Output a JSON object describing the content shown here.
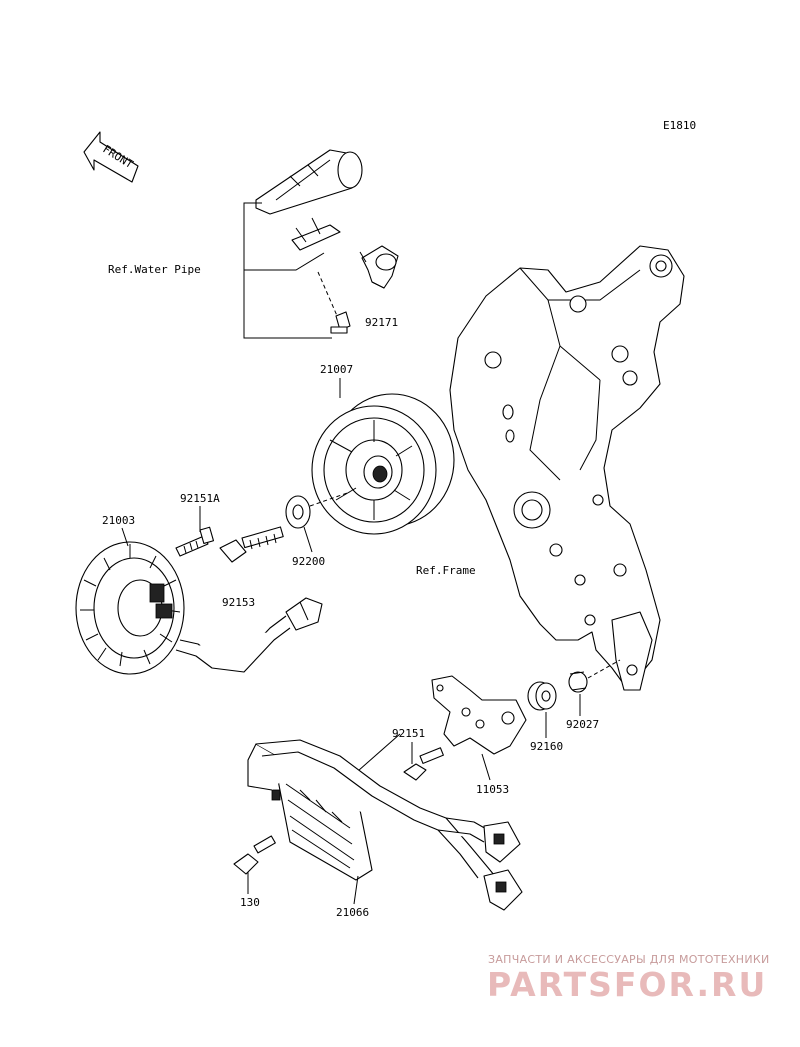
{
  "diagram": {
    "code": "E1810",
    "front_label": "FRONT",
    "references": {
      "water_pipe": "Ref.Water Pipe",
      "frame": "Ref.Frame"
    },
    "parts": {
      "p92171": "92171",
      "p21007": "21007",
      "p92151a": "92151A",
      "p21003": "21003",
      "p92200": "92200",
      "p92153": "92153",
      "p92151": "92151",
      "p92160": "92160",
      "p92027": "92027",
      "p11053": "11053",
      "p130": "130",
      "p21066": "21066"
    }
  },
  "watermark": {
    "tagline": "ЗАПЧАСТИ И АКСЕССУАРЫ ДЛЯ МОТОТЕХНИКИ",
    "logo_text": "PARTSFOR.RU",
    "color": "#d9a3a3"
  }
}
